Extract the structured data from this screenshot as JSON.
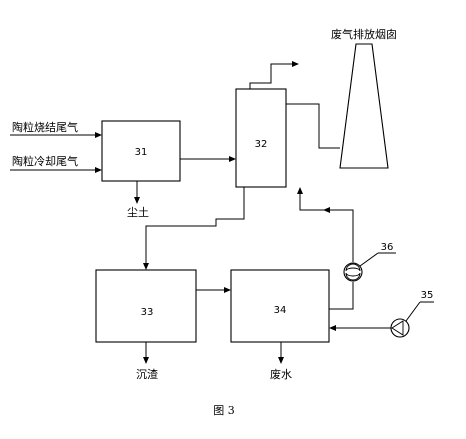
{
  "inputs": {
    "sintering_exhaust": "陶粒烧结尾气",
    "cooling_exhaust": "陶粒冷却尾气"
  },
  "nodes": {
    "n31": "31",
    "n32": "32",
    "n33": "33",
    "n34": "34",
    "n35": "35",
    "n36": "36"
  },
  "outputs": {
    "dust": "尘土",
    "sediment": "沉渣",
    "wastewater": "废水",
    "chimney": "废气排放烟囱"
  },
  "caption": "图 3"
}
